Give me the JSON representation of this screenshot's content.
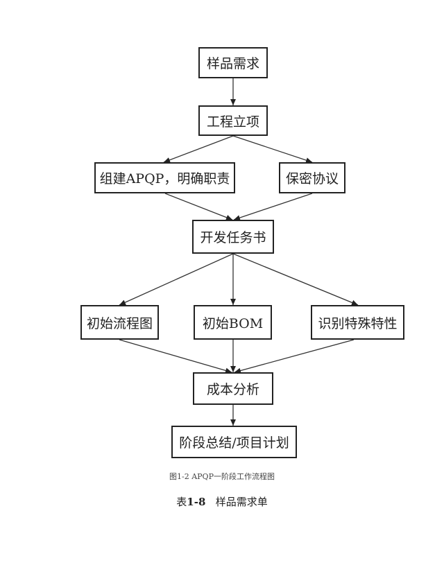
{
  "nodes": {
    "sample_demand": "样品需求",
    "project_approval": "工程立项",
    "team_setup": "组建APQP，明确职责",
    "confidentiality": "保密协议",
    "task_book": "开发任务书",
    "initial_flowchart": "初始流程图",
    "initial_bom": "初始BOM",
    "special_characteristics": "识别特殊特性",
    "cost_analysis": "成本分析",
    "phase_summary": "阶段总结/项目计划"
  },
  "figure_caption": "图1-2    APQP一阶段工作流程图",
  "table_caption": {
    "prefix": "表",
    "number": "1-8",
    "title": "样品需求单"
  }
}
